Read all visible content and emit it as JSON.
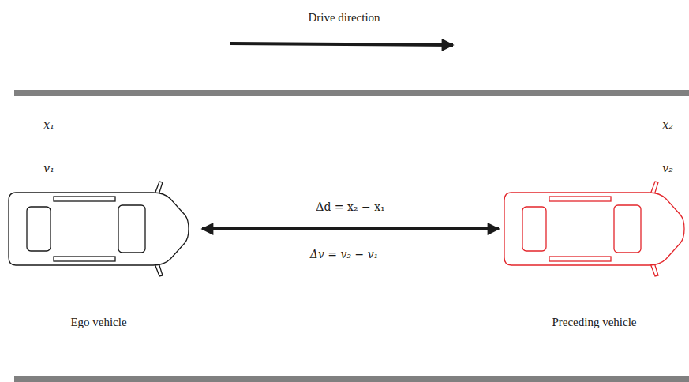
{
  "diagram": {
    "nodes": [
      {
        "text": [
          "Ego vehicle"
        ]
      },
      {
        "text": [
          "Preceding vehicle"
        ]
      }
    ],
    "edges": [
      {
        "from": 0,
        "to": 1,
        "arrow": "both",
        "label": "Δd = x₂ − x₁"
      }
    ],
    "labels": [
      "Drive direction",
      "x₁",
      "v₁",
      "x₂",
      "v₂",
      "Δv = v₂ − v₁"
    ]
  }
}
